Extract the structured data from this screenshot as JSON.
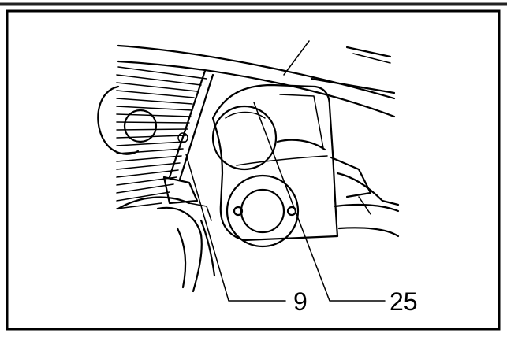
{
  "callouts": [
    {
      "id": "callout-9",
      "text": "9"
    },
    {
      "id": "callout-25",
      "text": "25"
    }
  ]
}
